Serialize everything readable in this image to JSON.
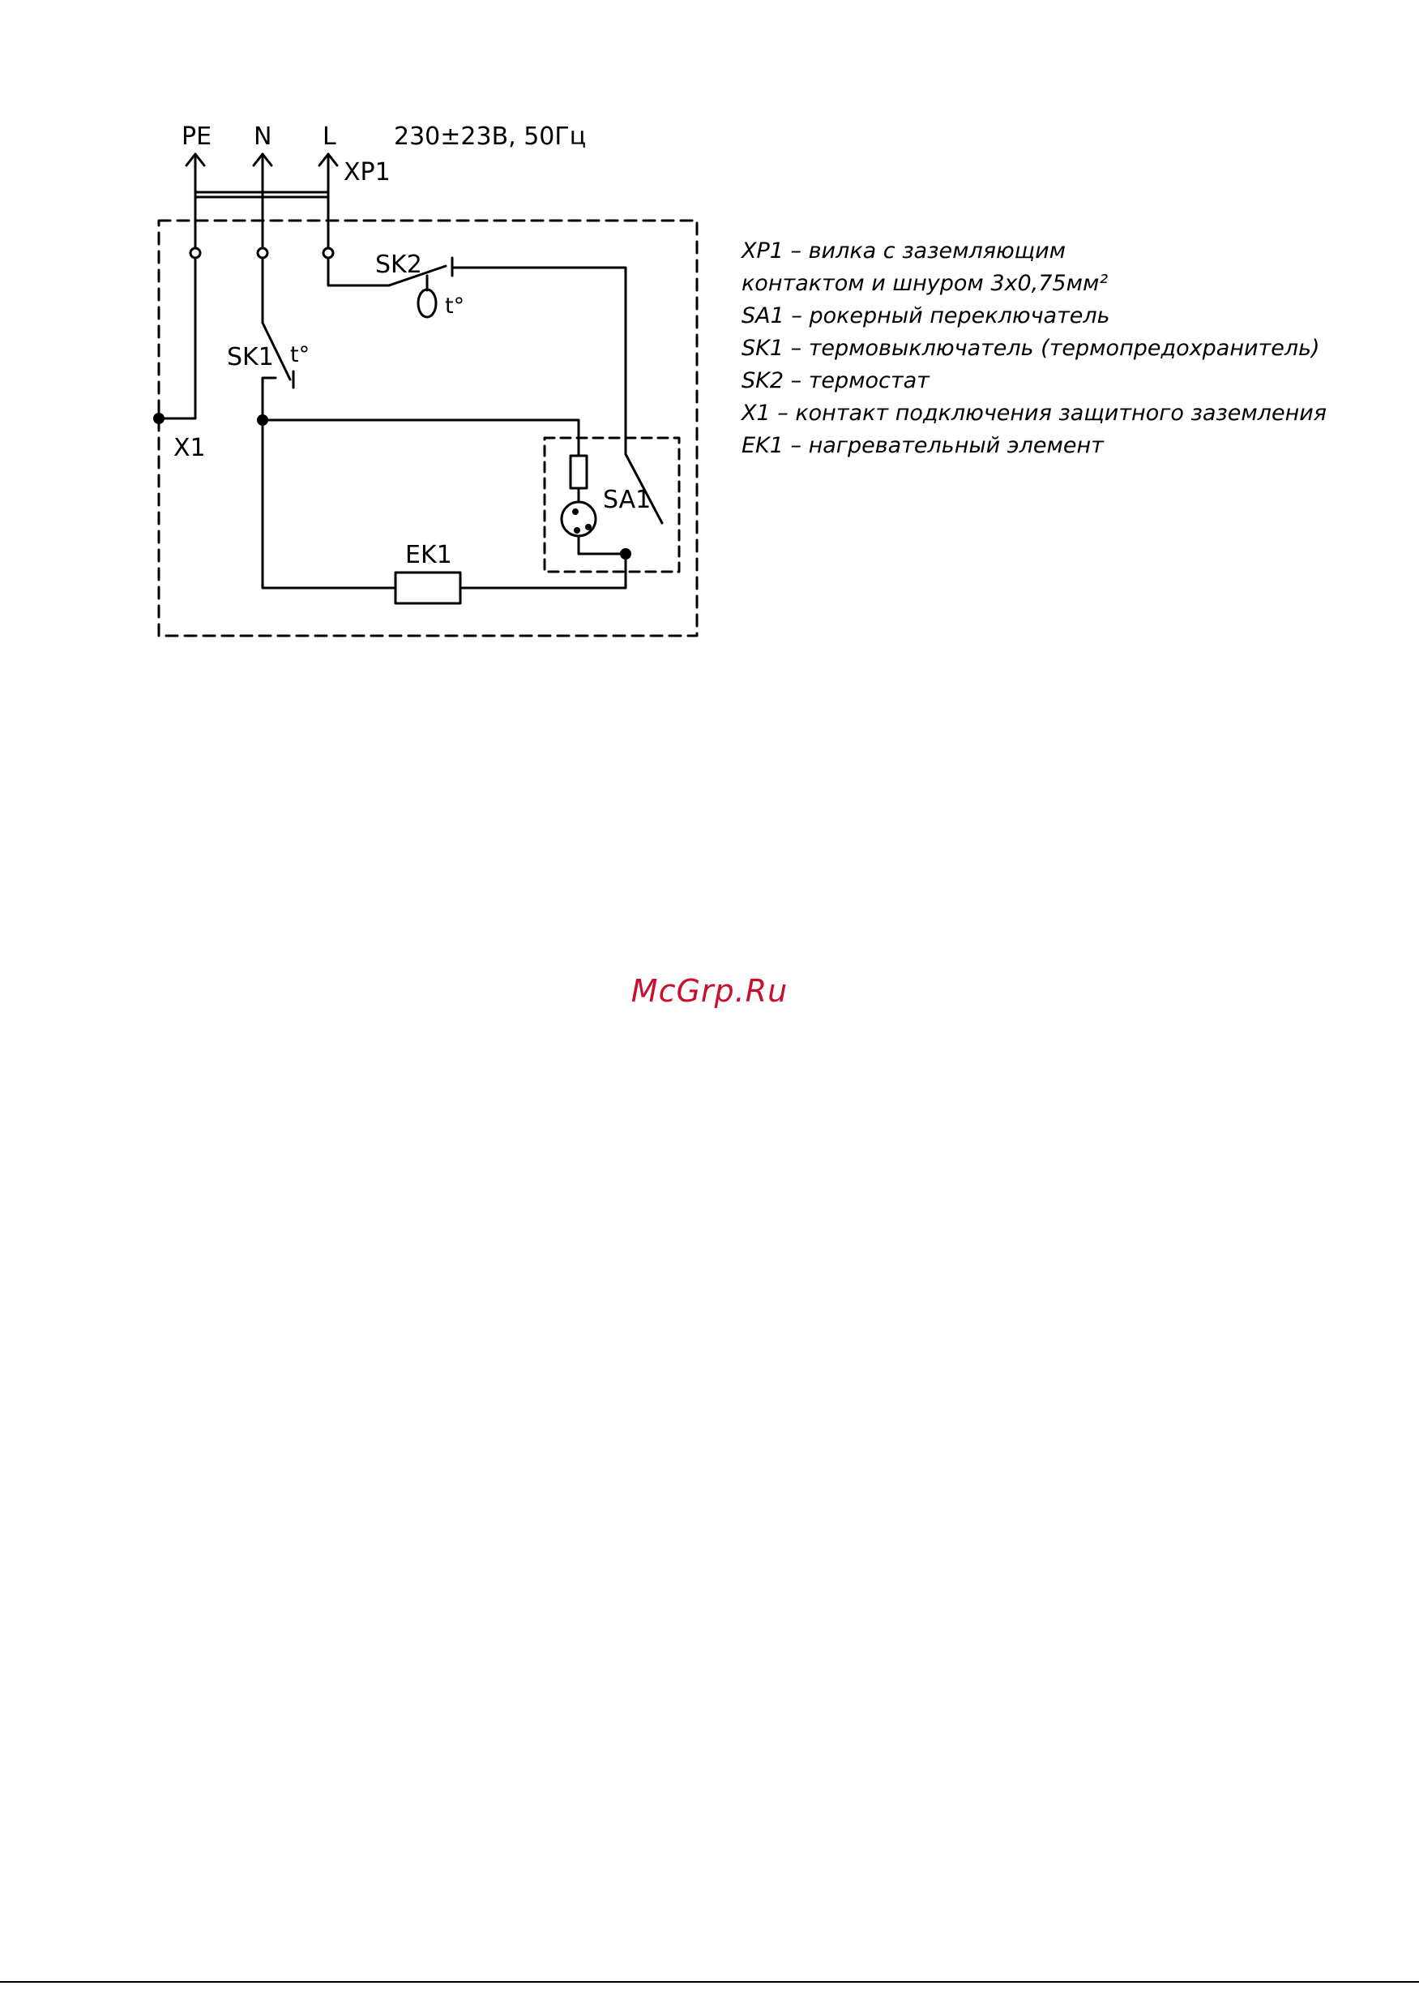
{
  "colors": {
    "ink": "#000000",
    "watermark": "#c8102e",
    "background": "#ffffff"
  },
  "supply": {
    "terminals": [
      "PE",
      "N",
      "L"
    ],
    "rating": "230±23В, 50Гц",
    "plug": "XP1"
  },
  "components": {
    "thermostat": "SK2",
    "thermostat_symbol": "t°",
    "thermal_cutout": "SK1",
    "thermal_cutout_symbol": "t°",
    "ground_contact": "X1",
    "switch": "SA1",
    "heater": "EK1"
  },
  "legend": [
    "XP1 – вилка с заземляющим",
    "контактом и шнуром 3х0,75мм²",
    "SA1 – рокерный переключатель",
    "SK1 – термовыключатель (термопредохранитель)",
    "SK2 – термостат",
    "X1 – контакт подключения защитного заземления",
    "EK1 – нагревательный элемент"
  ],
  "watermark": "McGrp.Ru"
}
